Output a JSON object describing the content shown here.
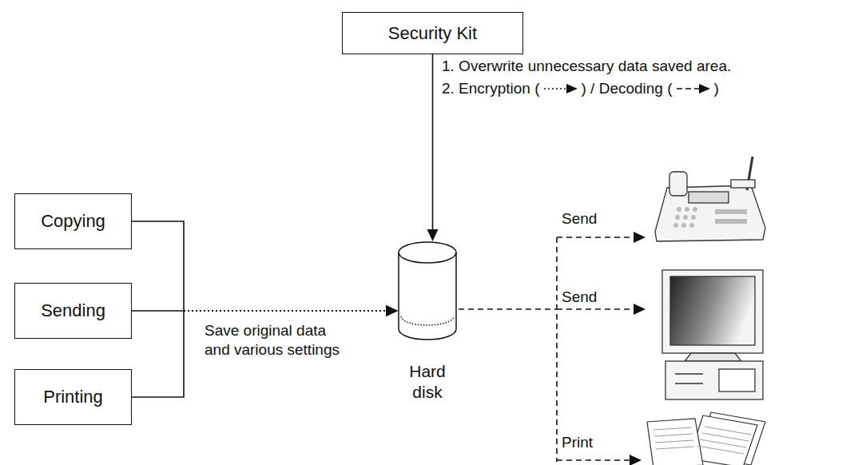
{
  "diagram": {
    "nodes": [
      {
        "text": [
          "Security Kit"
        ]
      },
      {
        "text": [
          "Copying"
        ]
      },
      {
        "text": [
          "Sending"
        ]
      },
      {
        "text": [
          "Printing"
        ]
      },
      {
        "text": [
          "Hard disk"
        ]
      }
    ],
    "edges": [
      {
        "from": 0,
        "to": 4,
        "arrow": "to"
      },
      {
        "from": 1,
        "to": 4,
        "arrow": "to"
      },
      {
        "from": 2,
        "to": 4,
        "arrow": "to"
      },
      {
        "from": 3,
        "to": 4,
        "arrow": "to"
      }
    ],
    "labels": [
      "1. Overwrite unnecessary data saved area.",
      "2. Encryption (",
      ") / Decoding (",
      ")",
      "Save original data and various settings",
      "Send",
      "Send",
      "Print"
    ]
  }
}
